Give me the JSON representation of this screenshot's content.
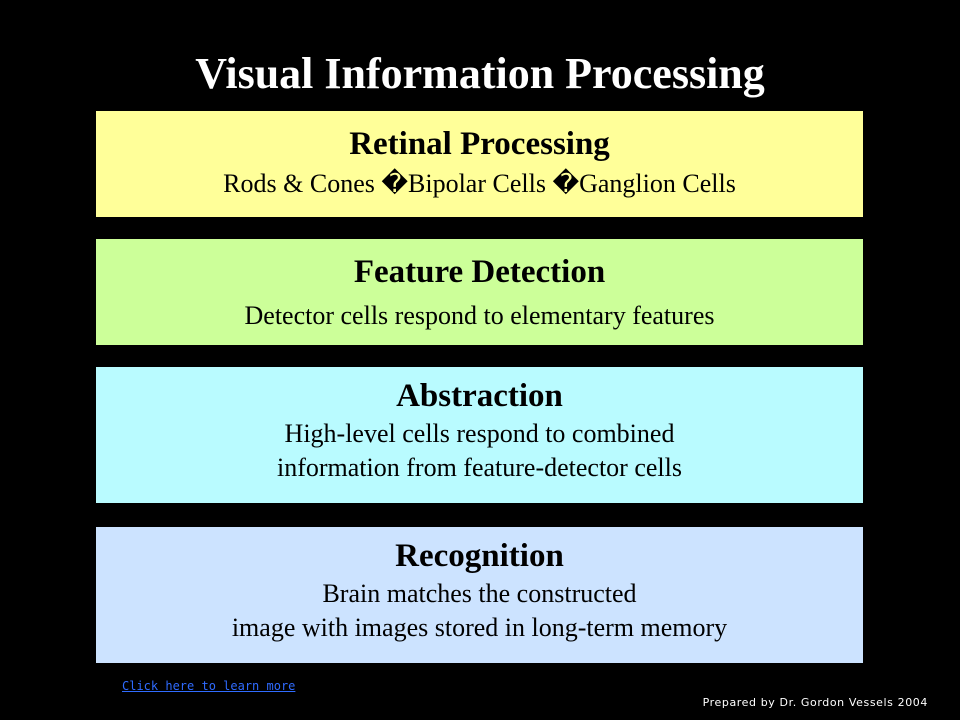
{
  "slide": {
    "title": "Visual Information Processing",
    "stages": [
      {
        "title": "Retinal Processing",
        "description": "Rods & Cones �Bipolar Cells �Ganglion Cells",
        "color": "#ffff99"
      },
      {
        "title": "Feature Detection",
        "description": "Detector cells respond to elementary features",
        "color": "#ccff99"
      },
      {
        "title": "Abstraction",
        "description": "High-level cells respond to combined\ninformation from feature-detector cells",
        "color": "#b9fbff"
      },
      {
        "title": "Recognition",
        "description": "Brain matches the constructed\nimage with images stored in long-term memory",
        "color": "#cce3ff"
      }
    ],
    "link_text": "Click here to learn more",
    "link_color": "#2f6bff",
    "credit": "Prepared by Dr. Gordon Vessels 2004",
    "background_color": "#000000"
  }
}
